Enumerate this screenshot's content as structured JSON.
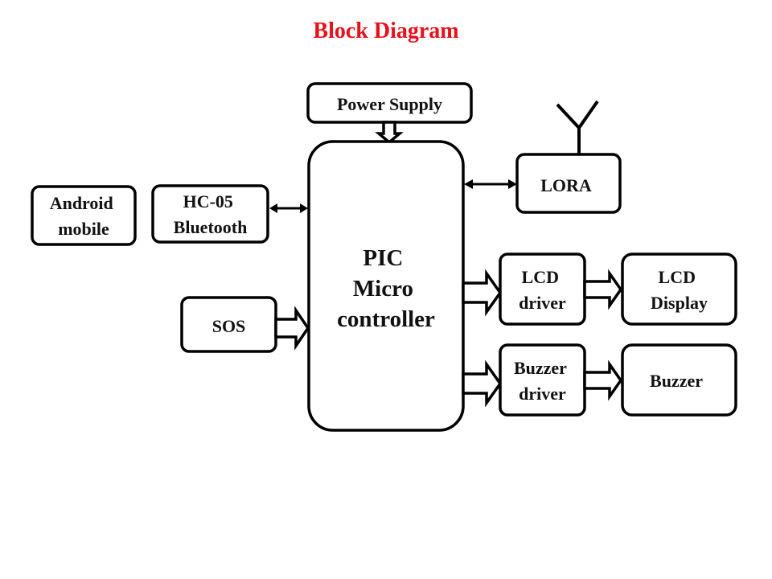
{
  "title": "Block Diagram",
  "colors": {
    "title": "#e8101a",
    "stroke": "#000000",
    "background": "#ffffff"
  },
  "blocks": {
    "power_supply": {
      "lines": [
        "Power Supply"
      ]
    },
    "mcu": {
      "lines": [
        "PIC",
        "Micro",
        "controller"
      ]
    },
    "android": {
      "lines": [
        "Android",
        "mobile"
      ]
    },
    "bluetooth": {
      "lines": [
        "HC-05",
        "Bluetooth"
      ]
    },
    "sos": {
      "lines": [
        "SOS"
      ]
    },
    "lora": {
      "lines": [
        "LORA"
      ]
    },
    "lcd_driver": {
      "lines": [
        "LCD",
        "driver"
      ]
    },
    "lcd_display": {
      "lines": [
        "LCD",
        "Display"
      ]
    },
    "buzzer_driver": {
      "lines": [
        "Buzzer",
        "driver"
      ]
    },
    "buzzer": {
      "lines": [
        "Buzzer"
      ]
    }
  },
  "connections": [
    {
      "from": "power_supply",
      "to": "mcu",
      "style": "hollow-arrow"
    },
    {
      "from": "bluetooth",
      "to": "mcu",
      "style": "bidirectional"
    },
    {
      "from": "mcu",
      "to": "lora",
      "style": "bidirectional"
    },
    {
      "from": "sos",
      "to": "mcu",
      "style": "hollow-arrow"
    },
    {
      "from": "mcu",
      "to": "lcd_driver",
      "style": "hollow-arrow"
    },
    {
      "from": "lcd_driver",
      "to": "lcd_display",
      "style": "hollow-arrow"
    },
    {
      "from": "mcu",
      "to": "buzzer_driver",
      "style": "hollow-arrow"
    },
    {
      "from": "buzzer_driver",
      "to": "buzzer",
      "style": "hollow-arrow"
    }
  ],
  "icons": {
    "lora_antenna": "antenna-icon"
  }
}
